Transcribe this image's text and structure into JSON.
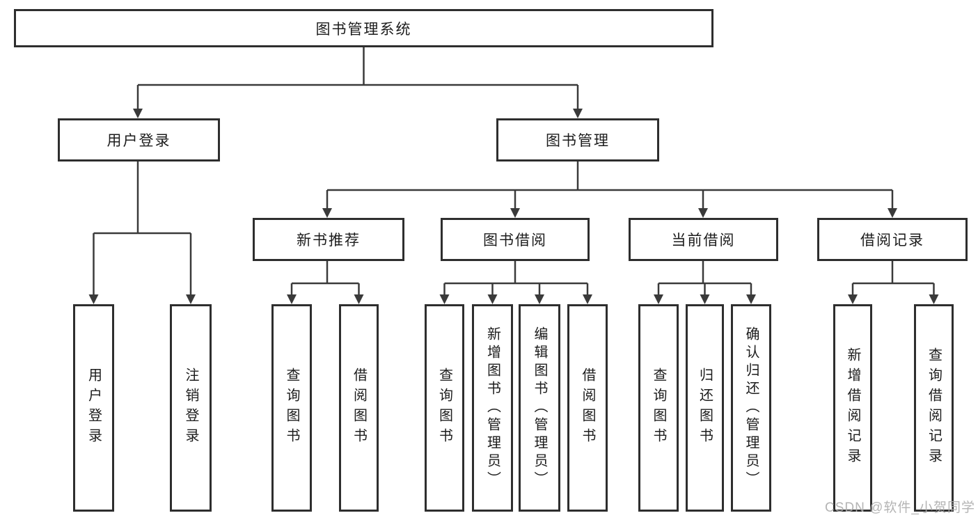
{
  "diagram_type": "tree",
  "tree": {
    "label": "图书管理系统",
    "children": [
      {
        "label": "用户登录",
        "children": [
          {
            "label": "用户登录"
          },
          {
            "label": "注销登录"
          }
        ]
      },
      {
        "label": "图书管理",
        "children": [
          {
            "label": "新书推荐",
            "children": [
              {
                "label": "查询图书"
              },
              {
                "label": "借阅图书"
              }
            ]
          },
          {
            "label": "图书借阅",
            "children": [
              {
                "label": "查询图书"
              },
              {
                "label": "新增图书（管理员）"
              },
              {
                "label": "编辑图书（管理员）"
              },
              {
                "label": "借阅图书"
              }
            ]
          },
          {
            "label": "当前借阅",
            "children": [
              {
                "label": "查询图书"
              },
              {
                "label": "归还图书"
              },
              {
                "label": "确认归还（管理员）"
              }
            ]
          },
          {
            "label": "借阅记录",
            "children": [
              {
                "label": "新增借阅记录"
              },
              {
                "label": "查询借阅记录"
              }
            ]
          }
        ]
      }
    ]
  },
  "watermark": {
    "text": "CSDN @软件_小贺同学"
  },
  "colors": {
    "line": "#3a3a3a",
    "box_border": "#2e2e2e",
    "text": "#1c1c1c",
    "watermark": "#acacac",
    "background": "#ffffff"
  }
}
